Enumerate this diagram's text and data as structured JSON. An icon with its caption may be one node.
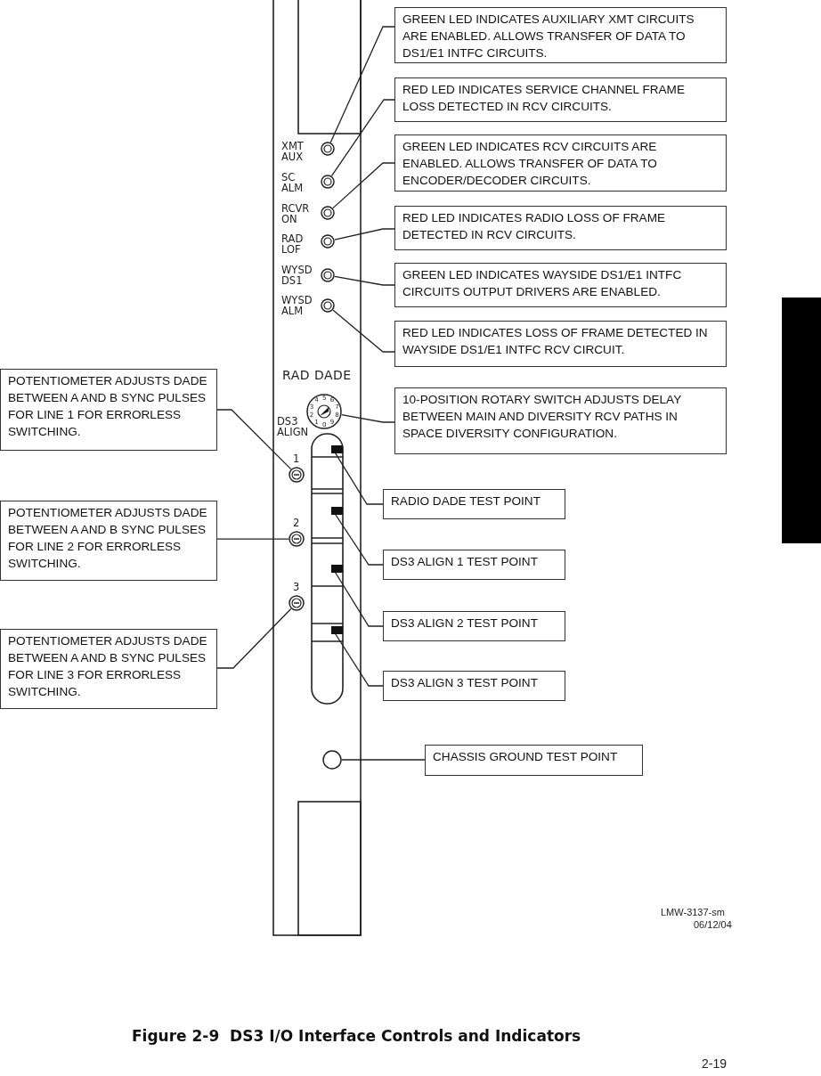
{
  "diagram": {
    "caption": "Figure 2-9  DS3 I/O Interface Controls and Indicators",
    "nodes": [
      {
        "text": [
          "GREEN LED INDICATES AUXILIARY XMT CIRCUITS ARE ENABLED. ALLOWS TRANSFER OF DATA TO DS1/E1 INTFC CIRCUITS."
        ]
      },
      {
        "text": [
          "RED LED INDICATES SERVICE CHANNEL FRAME LOSS DETECTED IN RCV CIRCUITS."
        ]
      },
      {
        "text": [
          "GREEN LED INDICATES RCV CIRCUITS ARE ENABLED. ALLOWS TRANSFER OF DATA TO ENCODER/DECODER CIRCUITS."
        ]
      },
      {
        "text": [
          "RED LED INDICATES RADIO LOSS OF FRAME DETECTED IN RCV CIRCUITS."
        ]
      },
      {
        "text": [
          "GREEN LED INDICATES WAYSIDE DS1/E1 INTFC CIRCUITS OUTPUT DRIVERS ARE ENABLED."
        ]
      },
      {
        "text": [
          "RED LED INDICATES LOSS OF FRAME DETECTED IN WAYSIDE DS1/E1 INTFC RCV CIRCUIT."
        ]
      },
      {
        "text": [
          "POTENTIOMETER ADJUSTS DADE BETWEEN A AND B SYNC PULSES FOR LINE 1 FOR ERRORLESS SWITCHING."
        ]
      },
      {
        "text": [
          "10-POSITION ROTARY SWITCH ADJUSTS DELAY BETWEEN MAIN AND DIVERSITY RCV PATHS IN SPACE DIVERSITY CONFIGURATION."
        ]
      },
      {
        "text": [
          "POTENTIOMETER ADJUSTS DADE BETWEEN A AND B SYNC PULSES FOR LINE 2 FOR ERRORLESS SWITCHING."
        ]
      },
      {
        "text": [
          "POTENTIOMETER ADJUSTS DADE BETWEEN A AND B SYNC PULSES FOR LINE 3 FOR ERRORLESS SWITCHING."
        ]
      },
      {
        "text": [
          "RADIO DADE TEST POINT"
        ]
      },
      {
        "text": [
          "DS3 ALIGN 1 TEST POINT"
        ]
      },
      {
        "text": [
          "DS3 ALIGN 2 TEST POINT"
        ]
      },
      {
        "text": [
          "DS3 ALIGN 3 TEST POINT"
        ]
      },
      {
        "text": [
          "CHASSIS GROUND TEST POINT"
        ]
      },
      {
        "text": [],
        "shape": "circle"
      },
      {
        "text": [],
        "shape": "circle"
      },
      {
        "text": [],
        "shape": "circle"
      },
      {
        "text": [],
        "shape": "circle"
      },
      {
        "text": [],
        "shape": "circle"
      },
      {
        "text": [],
        "shape": "circle"
      },
      {
        "text": [],
        "shape": "circle"
      },
      {
        "text": [],
        "shape": "circle"
      },
      {
        "text": [],
        "shape": "circle"
      },
      {
        "text": [],
        "shape": "circle"
      },
      {
        "text": [],
        "shape": "box"
      },
      {
        "text": [],
        "shape": "box"
      },
      {
        "text": [],
        "shape": "box"
      },
      {
        "text": [],
        "shape": "box"
      },
      {
        "text": [],
        "shape": "circle"
      },
      {
        "text": [],
        "shape": "bar"
      }
    ],
    "edges": [
      {
        "from": 0,
        "to": 15,
        "arrow": "none"
      },
      {
        "from": 1,
        "to": 16,
        "arrow": "none"
      },
      {
        "from": 2,
        "to": 17,
        "arrow": "none"
      },
      {
        "from": 3,
        "to": 18,
        "arrow": "none"
      },
      {
        "from": 4,
        "to": 19,
        "arrow": "none"
      },
      {
        "from": 5,
        "to": 20,
        "arrow": "none"
      },
      {
        "from": 6,
        "to": 22,
        "arrow": "none"
      },
      {
        "from": 7,
        "to": 21,
        "arrow": "none"
      },
      {
        "from": 8,
        "to": 23,
        "arrow": "none"
      },
      {
        "from": 9,
        "to": 24,
        "arrow": "none"
      },
      {
        "from": 10,
        "to": 25,
        "arrow": "none"
      },
      {
        "from": 11,
        "to": 26,
        "arrow": "none"
      },
      {
        "from": 12,
        "to": 27,
        "arrow": "none"
      },
      {
        "from": 13,
        "to": 28,
        "arrow": "none"
      },
      {
        "from": 14,
        "to": 29,
        "arrow": "none"
      }
    ],
    "labels": [
      "XMT AUX",
      "SC ALM",
      "RCVR ON",
      "RAD LOF",
      "WYSD DS1",
      "WYSD ALM",
      "RAD DADE",
      "1",
      "2",
      "3",
      "4",
      "5",
      "6",
      "7",
      "8",
      "9",
      "0",
      "DS3 ALIGN",
      "1",
      "2",
      "3",
      "LMW-3137-sm",
      "06/12/04",
      "2-19"
    ]
  }
}
